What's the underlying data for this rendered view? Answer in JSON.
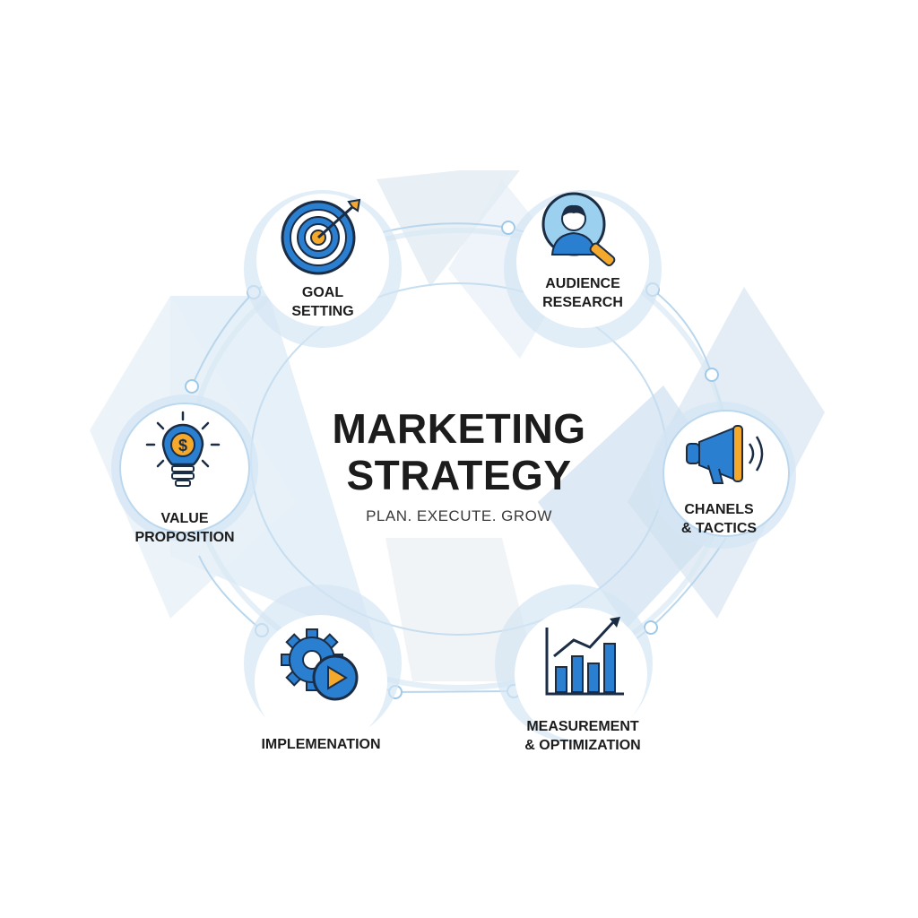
{
  "center": {
    "title_line1": "MARKETING",
    "title_line2": "STRATEGY",
    "tagline": "PLAN. EXECUTE. GROW"
  },
  "nodes": [
    {
      "id": "goal-setting",
      "icon": "target-icon",
      "line1": "GOAL",
      "line2": "SETTING"
    },
    {
      "id": "audience-research",
      "icon": "person-magnifier-icon",
      "line1": "AUDIENCE",
      "line2": "RESEARCH"
    },
    {
      "id": "channels-tactics",
      "icon": "megaphone-icon",
      "line1": "CHANELS",
      "line2": "& TACTICS"
    },
    {
      "id": "measurement-optimization",
      "icon": "chart-up-icon",
      "line1": "MEASUREMENT",
      "line2": "& OPTIMIZATION"
    },
    {
      "id": "implementation",
      "icon": "gear-play-icon",
      "line1": "IMPLEMENATION"
    },
    {
      "id": "value-proposition",
      "icon": "lightbulb-dollar-icon",
      "line1": "VALUE",
      "line2": "PROPOSITION"
    }
  ],
  "colors": {
    "accent_blue": "#2b7fd0",
    "light_blue": "#cfe3f2",
    "orange": "#f4a92c",
    "text": "#1c1c1c"
  }
}
